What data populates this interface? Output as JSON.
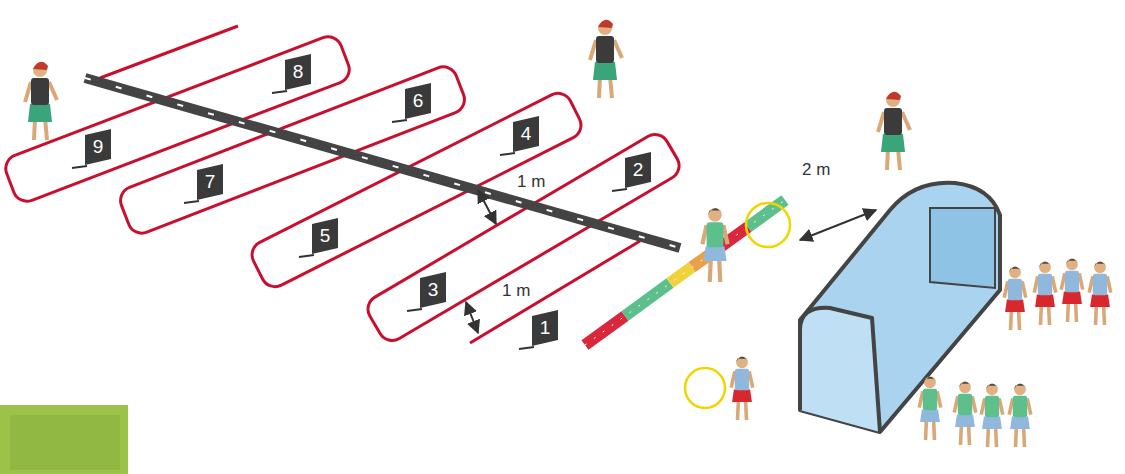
{
  "diagram": {
    "nodes": [
      {
        "text": [
          "1"
        ]
      },
      {
        "text": [
          "2"
        ]
      },
      {
        "text": [
          "3"
        ]
      },
      {
        "text": [
          "4"
        ]
      },
      {
        "text": [
          "5"
        ]
      },
      {
        "text": [
          "6"
        ]
      },
      {
        "text": [
          "7"
        ]
      },
      {
        "text": [
          "8"
        ]
      },
      {
        "text": [
          "9"
        ]
      }
    ],
    "labels": [
      "1 m",
      "1 m",
      "2 m"
    ]
  }
}
